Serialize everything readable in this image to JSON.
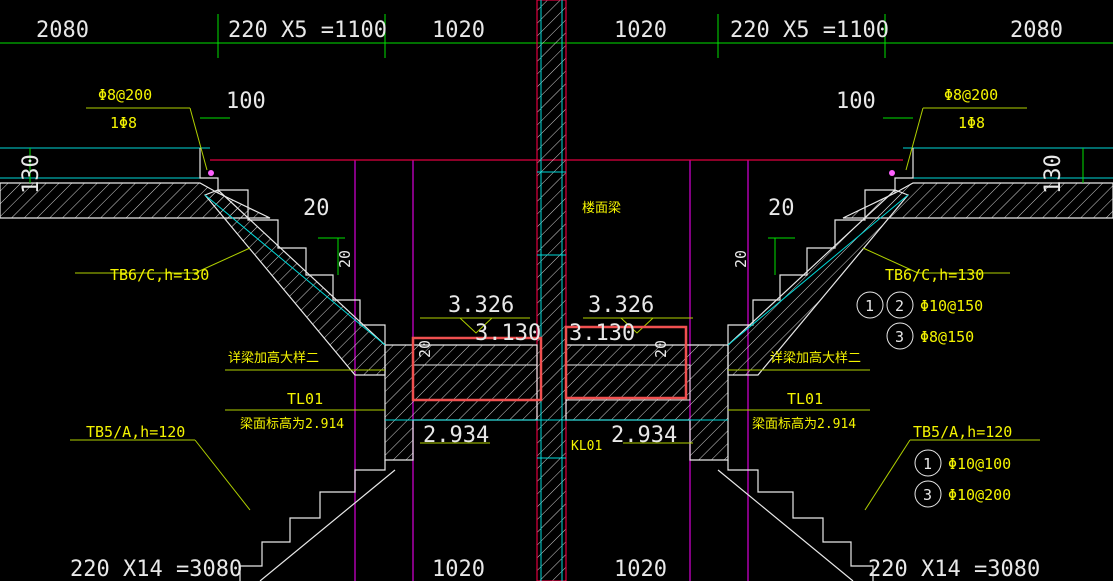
{
  "dims_top": [
    "2080",
    "220 X5 =1100",
    "1020",
    "1020",
    "220 X5 =1100",
    "2080"
  ],
  "dims_bottom": [
    "220 X14 =3080",
    "1020",
    "1020",
    "220 X14 =3080"
  ],
  "left": {
    "rebar_top": "Φ8@200",
    "rebar_bot": "1Φ8",
    "dim_100": "100",
    "dim_130": "130",
    "dim_20a": "20",
    "dim_20b": "20",
    "slab_tb6": "TB6/C,h=130",
    "detail_note": "详梁加高大样二",
    "beam": "TL01",
    "beam_elev": "梁面标高为2.914",
    "slab_tb5": "TB5/A,h=120",
    "elev_3326": "3.326",
    "elev_3130": "3.130",
    "elev_2934": "2.934",
    "dim_box": "20"
  },
  "right": {
    "rebar_top": "Φ8@200",
    "rebar_bot": "1Φ8",
    "dim_100": "100",
    "dim_130": "130",
    "dim_20a": "20",
    "dim_20b": "20",
    "slab_tb6": "TB6/C,h=130",
    "tb6_bar2_num": "2",
    "tb6_bar2": "Φ10@150",
    "tb6_bar1_num": "1",
    "tb6_bar3_num": "3",
    "tb6_bar3": "Φ8@150",
    "detail_note": "详梁加高大样二",
    "beam": "TL01",
    "beam_elev": "梁面标高为2.914",
    "slab_tb5": "TB5/A,h=120",
    "tb5_bar1_num": "1",
    "tb5_bar1": "Φ10@100",
    "tb5_bar3_num": "3",
    "tb5_bar3": "Φ10@200",
    "elev_3326": "3.326",
    "elev_3130": "3.130",
    "elev_2934": "2.934",
    "dim_box": "20"
  },
  "center": {
    "floor_beam": "楼面梁",
    "kl": "KL01"
  },
  "colors": {
    "background": "#000000",
    "concrete": "#e8e8e8",
    "structure": "#00d8d8",
    "dimension": "#00e000",
    "annotation": "#f4f400",
    "grid_magenta": "#c800c8",
    "floor_line": "#e00040",
    "highlight": "#f05050"
  }
}
